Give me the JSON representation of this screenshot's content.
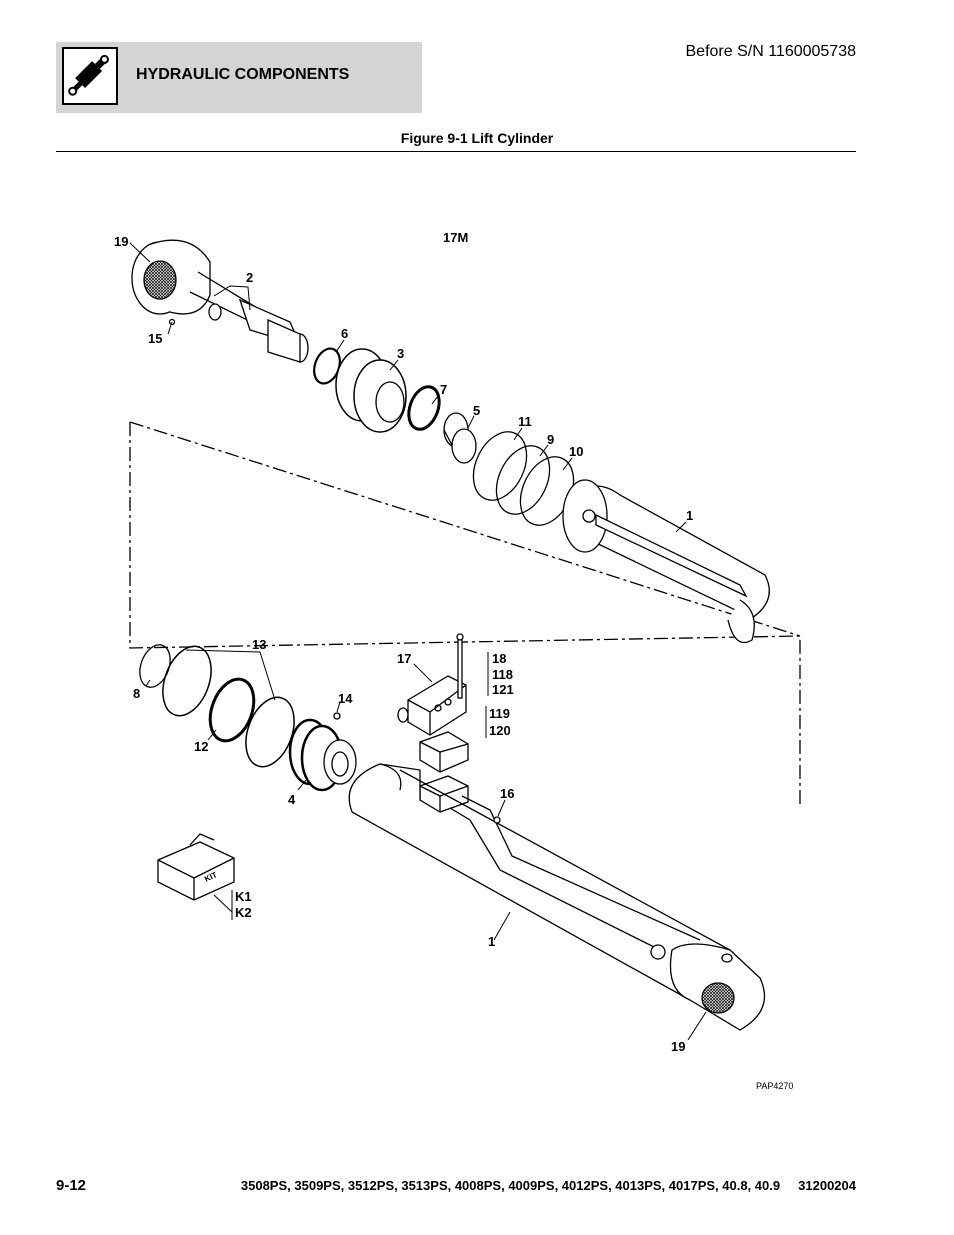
{
  "header": {
    "section_title": "HYDRAULIC COMPONENTS",
    "serial_note": "Before S/N 1160005738",
    "icon": "hydraulic-cylinder-icon"
  },
  "figure": {
    "title": "Figure 9-1 Lift Cylinder",
    "model_tag": "17M",
    "drawing_id": "PAP4270",
    "kit_label": "KIT",
    "callouts": {
      "c19a": "19",
      "c2": "2",
      "c15": "15",
      "c6": "6",
      "c3": "3",
      "c7": "7",
      "c5": "5",
      "c11": "11",
      "c9": "9",
      "c10": "10",
      "c1a": "1",
      "c13": "13",
      "c8": "8",
      "c12": "12",
      "c14": "14",
      "c4": "4",
      "c17": "17",
      "c18": "18",
      "c118": "118",
      "c121": "121",
      "c119": "119",
      "c120": "120",
      "c16": "16",
      "c1b": "1",
      "ck1": "K1",
      "ck2": "K2",
      "c19b": "19"
    }
  },
  "footer": {
    "page_number": "9-12",
    "models_and_doc": "3508PS, 3509PS, 3512PS, 3513PS, 4008PS, 4009PS, 4012PS, 4013PS, 4017PS, 40.8, 40.9     31200204"
  }
}
